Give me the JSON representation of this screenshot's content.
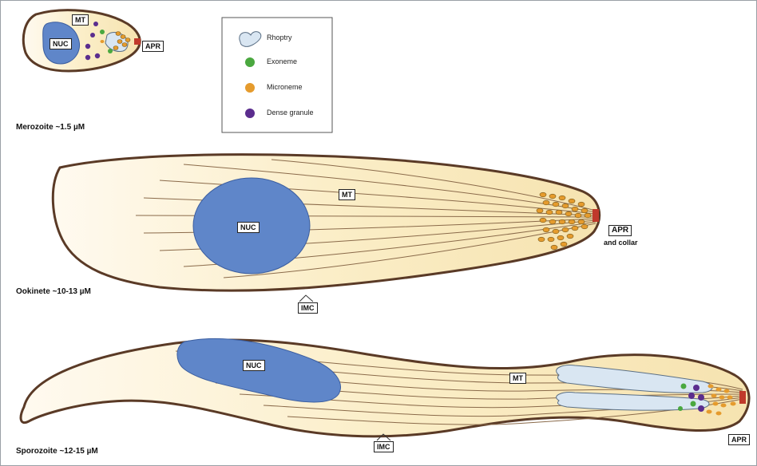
{
  "legend": {
    "items": [
      {
        "label": "Rhoptry",
        "color": "#d9e6f2"
      },
      {
        "label": "Exoneme",
        "color": "#4aa83f"
      },
      {
        "label": "Microneme",
        "color": "#e59b2d"
      },
      {
        "label": "Dense granule",
        "color": "#5b2d8e"
      }
    ]
  },
  "merozoite": {
    "stage_label": "Merozoite ~1.5 µM",
    "nuc": "NUC",
    "mt": "MT",
    "apr": "APR"
  },
  "ookinete": {
    "stage_label": "Ookinete ~10-13 µM",
    "nuc": "NUC",
    "mt": "MT",
    "apr": "APR",
    "apr_sub": "and collar",
    "imc": "IMC"
  },
  "sporozoite": {
    "stage_label": "Sporozoite ~12-15 µM",
    "nuc": "NUC",
    "mt": "MT",
    "apr": "APR",
    "imc": "IMC"
  },
  "colors": {
    "cytoplasm": "#fbeec8",
    "membrane": "#5a3a26",
    "nucleus": "#5f86c9",
    "apr": "#c0392b",
    "mt_line": "#8a6a4a"
  }
}
